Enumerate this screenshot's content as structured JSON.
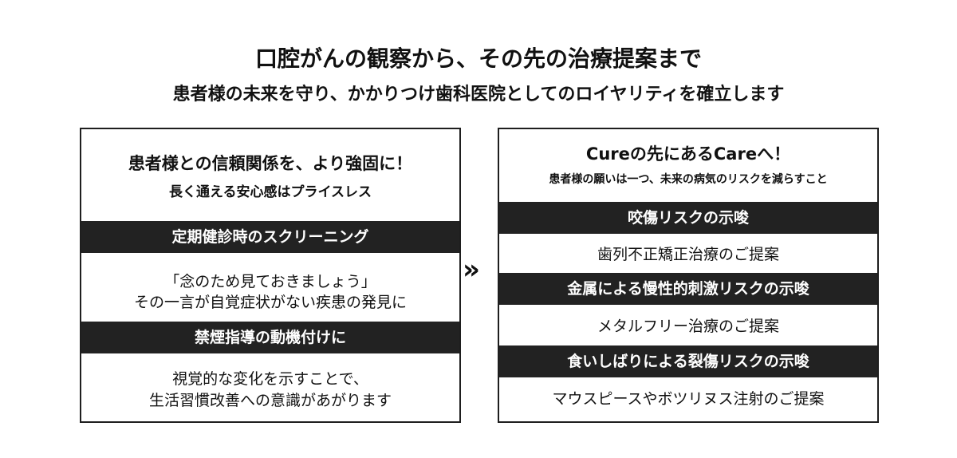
{
  "header": {
    "title": "口腔がんの観察から、その先の治療提案まで",
    "subtitle": "患者様の未来を守り、かかりつけ歯科医院としてのロイヤリティを確立します"
  },
  "left": {
    "heading": "患者様との信頼関係を、より強固に！",
    "subheading": "長く通える安心感はプライスレス",
    "sections": [
      {
        "label": "定期健診時のスクリーニング",
        "lines": [
          "「念のため見ておきましょう」",
          "その一言が自覚症状がない疾患の発見に"
        ]
      },
      {
        "label": "禁煙指導の動機付けに",
        "lines": [
          "視覚的な変化を示すことで、",
          "生活習慣改善への意識があがります"
        ]
      }
    ]
  },
  "arrow": "»",
  "right": {
    "heading": "Cureの先にあるCareへ！",
    "subheading": "患者様の願いは一つ、未来の病気のリスクを減らすこと",
    "sections": [
      {
        "label": "咬傷リスクの示唆",
        "text": "歯列不正矯正治療のご提案"
      },
      {
        "label": "金属による慢性的刺激リスクの示唆",
        "text": "メタルフリー治療のご提案"
      },
      {
        "label": "食いしばりによる裂傷リスクの示唆",
        "text": "マウスピースやボツリヌス注射のご提案"
      }
    ]
  }
}
